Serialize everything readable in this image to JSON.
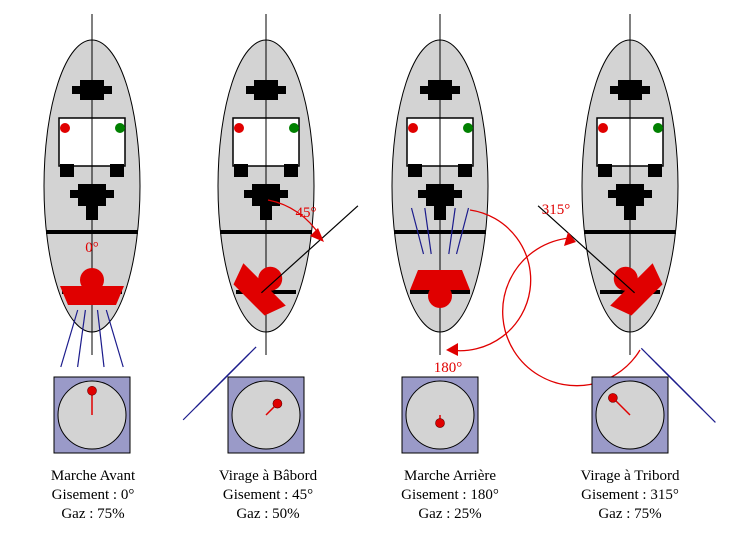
{
  "colors": {
    "hull": "#d3d3d3",
    "outline": "#000000",
    "rudder": "#e00000",
    "arc": "#e00000",
    "wake": "#1c1c8c",
    "nav_light_port": "#e00000",
    "nav_light_starboard": "#008000",
    "gauge_frame": "#9a9ac8",
    "gauge_face": "#d3d3d3",
    "gauge_needle": "#e00000"
  },
  "panels": [
    {
      "id": "marche-avant",
      "title": "Marche Avant",
      "heading_line": "Gisement : 0°",
      "throttle_line": "Gaz : 75%",
      "angle_label": "0°",
      "bearing_deg": 0,
      "throttle_fraction": 0.75,
      "rudder": "forward",
      "dial_icon": "arc-none"
    },
    {
      "id": "virage-babord",
      "title": "Virage à Bâbord",
      "heading_line": "Gisement : 45°",
      "throttle_line": "Gaz : 50%",
      "angle_label": "45°",
      "bearing_deg": 45,
      "throttle_fraction": 0.5,
      "rudder": "angled",
      "dial_icon": "arc-short"
    },
    {
      "id": "marche-arriere",
      "title": "Marche Arrière",
      "heading_line": "Gisement : 180°",
      "throttle_line": "Gaz : 25%",
      "angle_label": "180°",
      "bearing_deg": 180,
      "throttle_fraction": 0.25,
      "rudder": "reverse",
      "dial_icon": "arc-half"
    },
    {
      "id": "virage-tribord",
      "title": "Virage à Tribord",
      "heading_line": "Gisement : 315°",
      "throttle_line": "Gaz : 75%",
      "angle_label": "315°",
      "bearing_deg": 315,
      "throttle_fraction": 0.75,
      "rudder": "angled",
      "dial_icon": "arc-long"
    }
  ]
}
